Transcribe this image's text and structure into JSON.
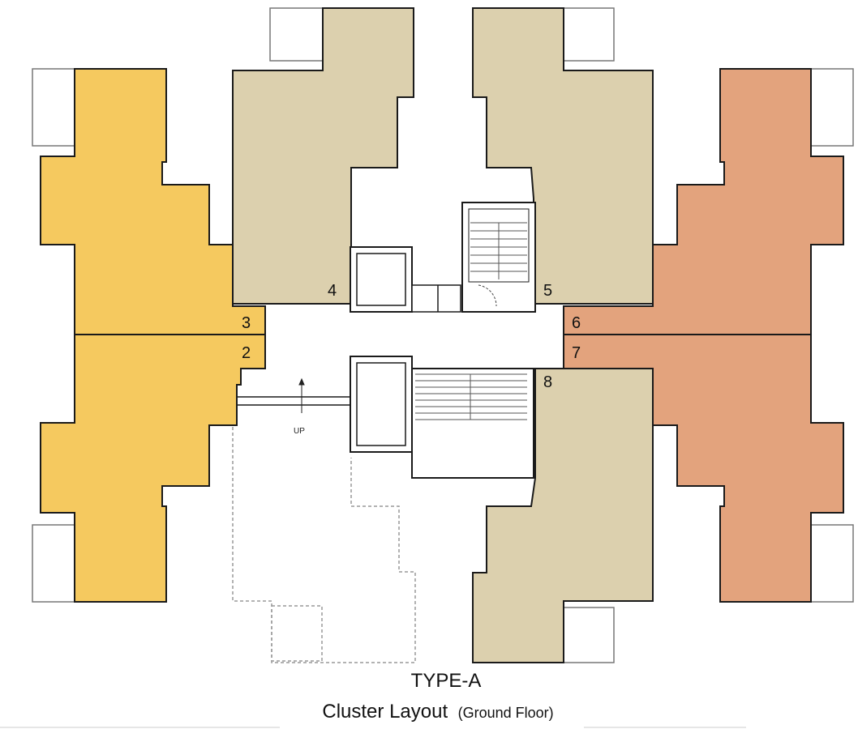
{
  "title": "TYPE-A",
  "subtitle": "Cluster Layout",
  "subtitle_note": "(Ground Floor)",
  "stair_label": "UP",
  "units": [
    {
      "id": "2",
      "label": "2"
    },
    {
      "id": "3",
      "label": "3"
    },
    {
      "id": "4",
      "label": "4"
    },
    {
      "id": "5",
      "label": "5"
    },
    {
      "id": "6",
      "label": "6"
    },
    {
      "id": "7",
      "label": "7"
    },
    {
      "id": "8",
      "label": "8"
    }
  ],
  "colors": {
    "yellow_units": "#f5c95f",
    "beige_units": "#dcd0ae",
    "salmon_units": "#e3a37d",
    "outline": "#1a1a1a",
    "balcony_outline": "#555555",
    "dashed_outline": "#999999"
  }
}
